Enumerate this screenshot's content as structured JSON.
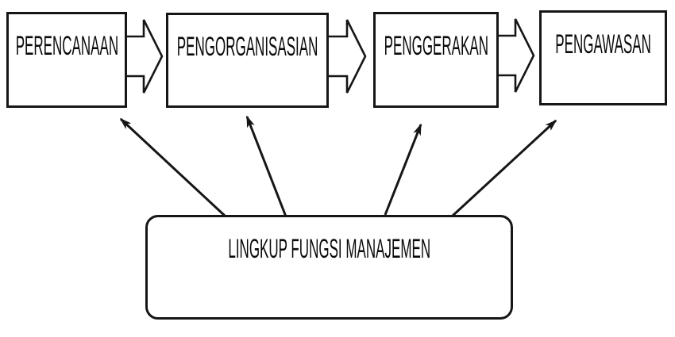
{
  "diagram": {
    "type": "flow-diagram",
    "background_color": "#ffffff",
    "stroke_color": "#161616",
    "text_color": "#0a0a0a",
    "process_boxes": [
      {
        "id": "perencanaan",
        "label": "PERENCANAAN"
      },
      {
        "id": "pengorganisasian",
        "label": "PENGORGANISASIAN"
      },
      {
        "id": "penggerakan",
        "label": "PENGGERAKAN"
      },
      {
        "id": "pengawasan",
        "label": "PENGAWASAN"
      }
    ],
    "scope_box": {
      "id": "lingkup-fungsi-manajemen",
      "label": "LINGKUP FUNGSI MANAJEMEN"
    },
    "connections": [
      {
        "from": "perencanaan",
        "to": "pengorganisasian",
        "style": "block-arrow-right"
      },
      {
        "from": "pengorganisasian",
        "to": "penggerakan",
        "style": "block-arrow-right"
      },
      {
        "from": "penggerakan",
        "to": "pengawasan",
        "style": "block-arrow-right"
      },
      {
        "from": "lingkup-fungsi-manajemen",
        "to": "perencanaan",
        "style": "line-arrow-up"
      },
      {
        "from": "lingkup-fungsi-manajemen",
        "to": "pengorganisasian",
        "style": "line-arrow-up"
      },
      {
        "from": "lingkup-fungsi-manajemen",
        "to": "penggerakan",
        "style": "line-arrow-up"
      },
      {
        "from": "lingkup-fungsi-manajemen",
        "to": "pengawasan",
        "style": "line-arrow-up"
      }
    ]
  }
}
